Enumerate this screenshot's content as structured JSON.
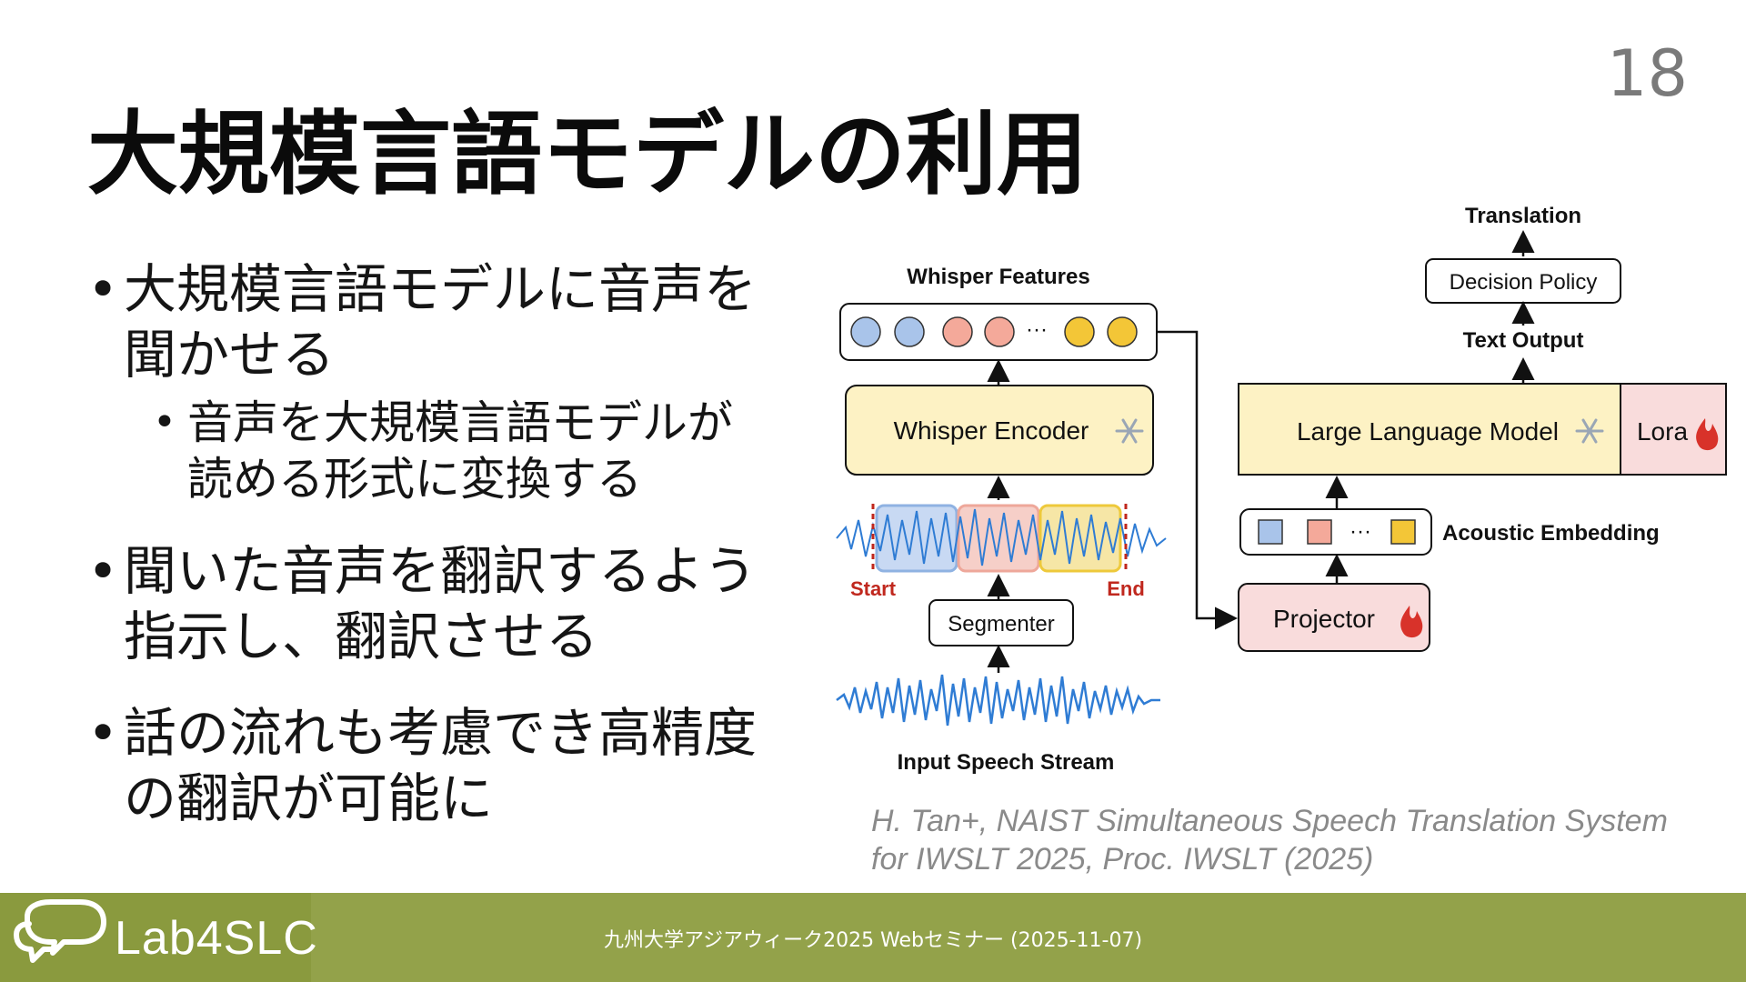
{
  "slide": {
    "number": "18",
    "title": "大規模言語モデルの利用"
  },
  "bullets": [
    {
      "text": "大規模言語モデルに音声を聞かせる",
      "sub": [
        "音声を大規模言語モデルが読める形式に変換する"
      ]
    },
    {
      "text": "聞いた音声を翻訳するよう指示し、翻訳させる"
    },
    {
      "text": "話の流れも考慮でき高精度の翻訳が可能に"
    }
  ],
  "bullet_lines": {
    "b1": [
      "大規模言語モデルに音声を",
      "聞かせる"
    ],
    "b1_sub": [
      "音声を大規模言語モデルが",
      "読める形式に変換する"
    ],
    "b2": [
      "聞いた音声を翻訳するよう",
      "指示し、翻訳させる"
    ],
    "b3": [
      "話の流れも考慮でき高精度",
      "の翻訳が可能に"
    ]
  },
  "diagram": {
    "translation": "Translation",
    "decision_policy": "Decision Policy",
    "text_output": "Text Output",
    "llm": "Large Language Model",
    "lora": "Lora",
    "acoustic_embedding": "Acoustic Embedding",
    "projector": "Projector",
    "whisper_features": "Whisper Features",
    "whisper_encoder": "Whisper Encoder",
    "start": "Start",
    "end": "End",
    "segmenter": "Segmenter",
    "input_stream": "Input Speech Stream",
    "ellipsis": "···",
    "colors": {
      "blue": "#a9c4ea",
      "red": "#f4a99a",
      "yellow": "#f3c637",
      "cream": "#fdf2c4",
      "pink": "#f9dcdc",
      "wave": "#2f7cd4",
      "label_red": "#c0281e"
    },
    "icons": {
      "frozen": "snowflake-icon",
      "trainable": "flame-icon"
    }
  },
  "citation": {
    "line1": "H. Tan+, NAIST Simultaneous Speech Translation System",
    "line2": "for IWSLT 2025, Proc. IWSLT (2025)"
  },
  "footer": {
    "logo": "Lab4SLC",
    "text": "九州大学アジアウィーク2025 Webセミナー  (2025-11-07)",
    "color": "#93a24a"
  }
}
